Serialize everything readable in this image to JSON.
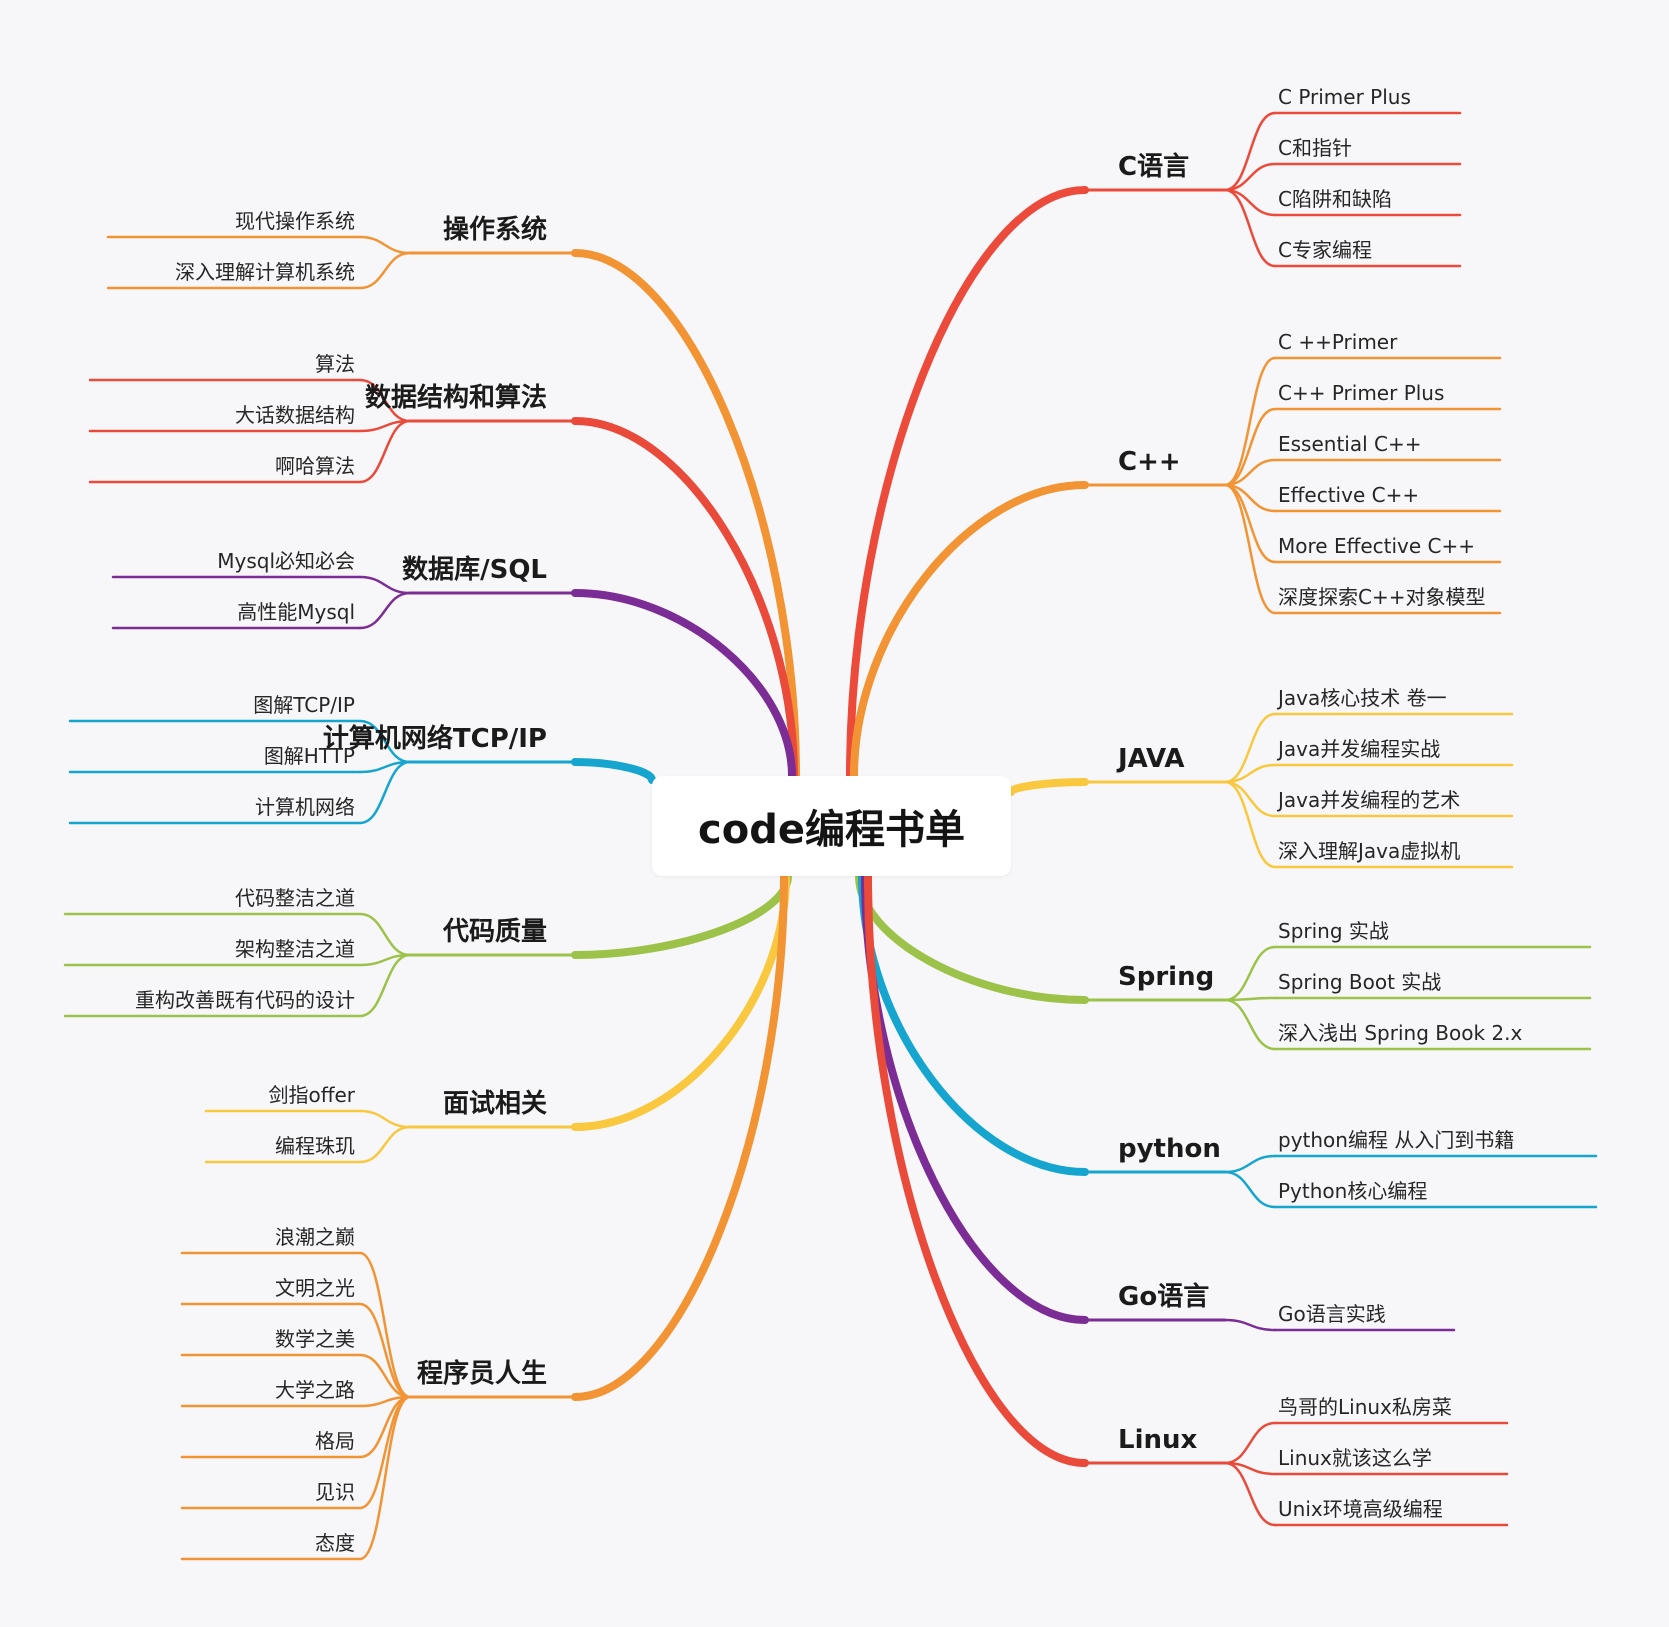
{
  "root": {
    "label": "code编程书单"
  },
  "topics": [
    {
      "id": "c-lang",
      "label": "C语言",
      "side": "right",
      "color": "#ec4a3b",
      "items": [
        "C Primer Plus",
        "C和指针",
        "C陷阱和缺陷",
        "C专家编程"
      ]
    },
    {
      "id": "cpp",
      "label": "C++",
      "side": "right",
      "color": "#f29434",
      "items": [
        "C ++Primer",
        "C++ Primer Plus",
        "Essential C++",
        "Effective  C++",
        "More Effective C++",
        "深度探索C++对象模型"
      ]
    },
    {
      "id": "java",
      "label": "JAVA",
      "side": "right",
      "color": "#f9c83e",
      "items": [
        "Java核心技术 卷一",
        "Java并发编程实战",
        "Java并发编程的艺术",
        "深入理解Java虚拟机"
      ]
    },
    {
      "id": "spring",
      "label": "Spring",
      "side": "right",
      "color": "#9cc24a",
      "items": [
        "Spring 实战",
        "Spring Boot 实战",
        "深入浅出 Spring Book 2.x"
      ]
    },
    {
      "id": "python",
      "label": "python",
      "side": "right",
      "color": "#16a5cf",
      "items": [
        "python编程 从入门到书籍",
        "Python核心编程"
      ]
    },
    {
      "id": "go",
      "label": "Go语言",
      "side": "right",
      "color": "#7b2d95",
      "items": [
        "Go语言实践"
      ]
    },
    {
      "id": "linux",
      "label": "Linux",
      "side": "right",
      "color": "#e94a3a",
      "items": [
        "鸟哥的Linux私房菜",
        "Linux就该这么学",
        "Unix环境高级编程"
      ]
    },
    {
      "id": "os",
      "label": "操作系统",
      "side": "left",
      "color": "#f29434",
      "items": [
        "现代操作系统",
        "深入理解计算机系统"
      ]
    },
    {
      "id": "ds",
      "label": "数据结构和算法",
      "side": "left",
      "color": "#e94a3a",
      "items": [
        "算法",
        "大话数据结构",
        "啊哈算法"
      ]
    },
    {
      "id": "db",
      "label": "数据库/SQL",
      "side": "left",
      "color": "#7b2d95",
      "items": [
        "Mysql必知必会",
        "高性能Mysql"
      ]
    },
    {
      "id": "net",
      "label": "计算机网络TCP/IP",
      "side": "left",
      "color": "#16a5cf",
      "items": [
        "图解TCP/IP",
        "图解HTTP",
        "计算机网络"
      ]
    },
    {
      "id": "quality",
      "label": "代码质量",
      "side": "left",
      "color": "#9cc24a",
      "items": [
        "代码整洁之道",
        "架构整洁之道",
        "重构改善既有代码的设计"
      ]
    },
    {
      "id": "interview",
      "label": "面试相关",
      "side": "left",
      "color": "#f9c83e",
      "items": [
        "剑指offer",
        "编程珠玑"
      ]
    },
    {
      "id": "life",
      "label": "程序员人生",
      "side": "left",
      "color": "#f29434",
      "items": [
        "浪潮之巅",
        "文明之光",
        "数学之美",
        "大学之路",
        "格局",
        "见识",
        "态度"
      ]
    }
  ]
}
